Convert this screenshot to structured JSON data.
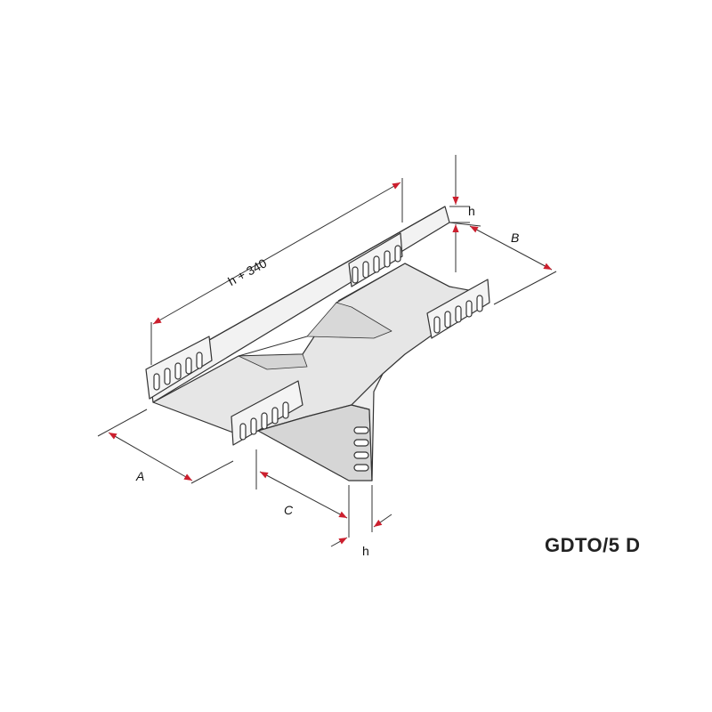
{
  "labels": {
    "length": "h + 340",
    "height_top": "h",
    "width_b": "B",
    "width_a": "A",
    "offset_c": "C",
    "height_bottom": "h"
  },
  "product_code": "GDTO/5 D",
  "colors": {
    "arrow": "#cc1f2e",
    "line": "#333333",
    "face_top": "#e3e3e3",
    "face_side": "#f4f4f4",
    "face_dark": "#c9c9c9"
  }
}
